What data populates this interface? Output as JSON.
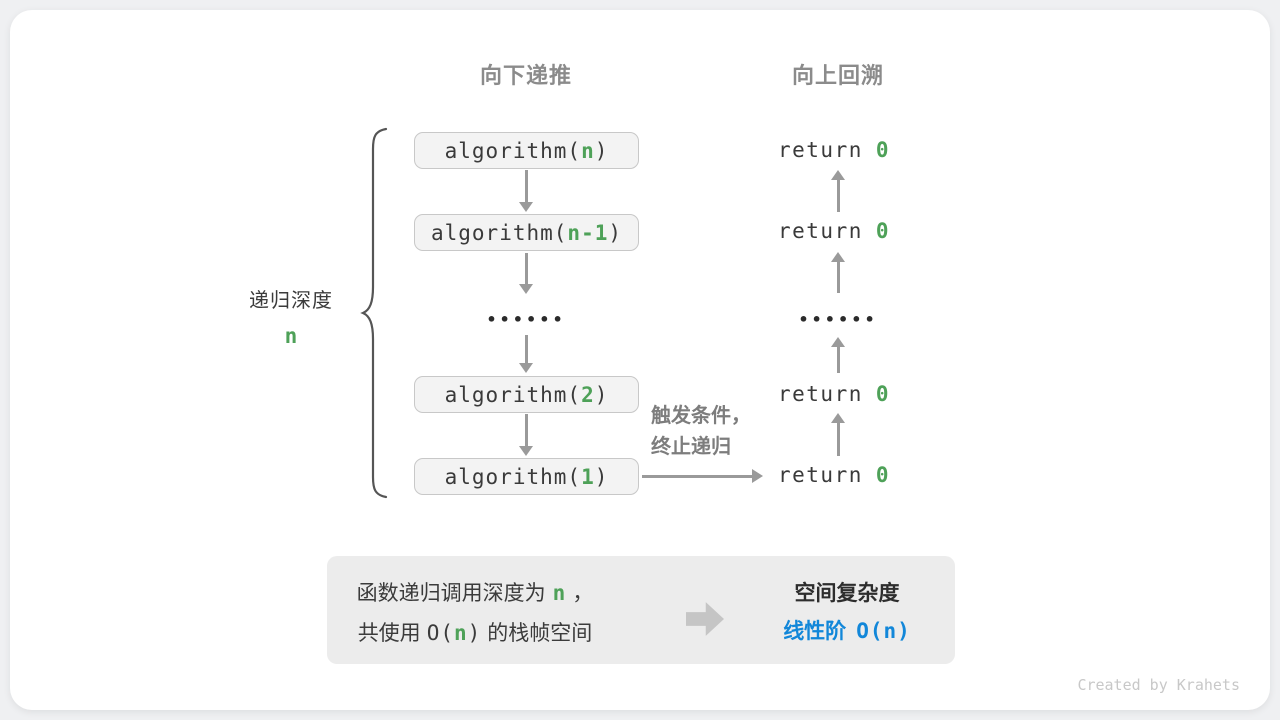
{
  "headers": {
    "downward": "向下递推",
    "upward": "向上回溯"
  },
  "depth": {
    "label": "递归深度",
    "value": "n"
  },
  "ellipsis": "••••••",
  "call_stack": [
    {
      "prefix": "algorithm(",
      "arg": "n",
      "suffix": ")"
    },
    {
      "prefix": "algorithm(",
      "arg": "n-1",
      "suffix": ")"
    },
    {
      "prefix": "algorithm(",
      "arg": "2",
      "suffix": ")"
    },
    {
      "prefix": "algorithm(",
      "arg": "1",
      "suffix": ")"
    }
  ],
  "returns": [
    {
      "keyword": "return",
      "value": "0"
    },
    {
      "keyword": "return",
      "value": "0"
    },
    {
      "keyword": "return",
      "value": "0"
    },
    {
      "keyword": "return",
      "value": "0"
    }
  ],
  "terminate": {
    "line1": "触发条件，",
    "line2": "终止递归"
  },
  "summary": {
    "line1_pre": "函数递归调用深度为",
    "line1_var": "n",
    "line1_post": "，",
    "line2_pre": "共使用",
    "line2_expr_open": "O(",
    "line2_var": "n",
    "line2_expr_close": ")",
    "line2_post": "的栈帧空间",
    "result_title": "空间复杂度",
    "result_pre": "线性阶",
    "result_expr_open": "O(",
    "result_var": "n",
    "result_expr_close": ")"
  },
  "colors": {
    "green": "#4EA158",
    "blue": "#1287D9"
  },
  "credit": "Created by Krahets"
}
